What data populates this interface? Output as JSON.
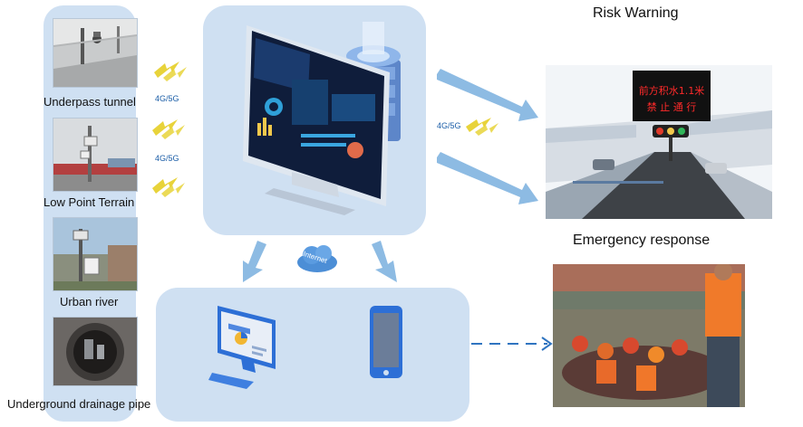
{
  "sources": [
    {
      "label": "Underpass tunnel"
    },
    {
      "label": "Low Point Terrain"
    },
    {
      "label": "Urban river"
    },
    {
      "label": "Underground drainage pipe"
    }
  ],
  "links": {
    "top": "4G/5G",
    "bottom": "4G/5G",
    "right": "4G/5G"
  },
  "cloud_label": "Internet",
  "risk": {
    "title": "Risk Warning",
    "sign_line1": "前方积水1.1米",
    "sign_line2": "禁 止 通 行"
  },
  "emergency": {
    "title": "Emergency response"
  },
  "colors": {
    "panel": "#cfe0f2",
    "arrow": "#7fb3dd",
    "bolt": "#e8d33a",
    "dashed": "#2f74c0",
    "sign_text": "#ff2a2a"
  }
}
